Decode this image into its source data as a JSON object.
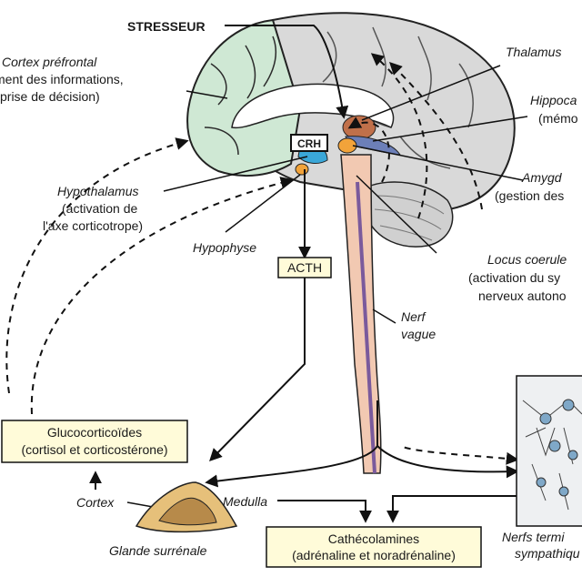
{
  "stressor": "STRESSEUR",
  "crh": "CRH",
  "acth": "ACTH",
  "prefrontal": {
    "name": "Cortex préfrontal",
    "line1": "ment des informations,",
    "line2": "prise de décision)"
  },
  "thalamus": "Thalamus",
  "hippocampus": {
    "name": "Hippoca",
    "role": "(mémo"
  },
  "amygdala": {
    "name": "Amygd",
    "role": "(gestion des"
  },
  "hypothalamus": {
    "name": "Hypothalamus",
    "line1": "(activation de",
    "line2": "l'axe corticotrope)"
  },
  "pituitary": "Hypophyse",
  "locus": {
    "name": "Locus coerule",
    "line1": "(activation du sy",
    "line2": "nerveux autono"
  },
  "vagus": {
    "line1": "Nerf",
    "line2": "vague"
  },
  "glucocorticoids": {
    "line1": "Glucocorticoïdes",
    "line2": "(cortisol et corticostérone)"
  },
  "cortex_label": "Cortex",
  "medulla_label": "Medulla",
  "adrenal_gland": "Glande surrénale",
  "catecholamines": {
    "line1": "Cathécolamines",
    "line2": "(adrénaline et noradrénaline)"
  },
  "sympathetic": {
    "line1": "Nerfs termi",
    "line2": "sympathiqu"
  },
  "colors": {
    "prefrontal_fill": "#cfe8d4",
    "brain_grey": "#d9d9d9",
    "stem_fill": "#f2c9b2",
    "vagus_purple": "#7a5a9c",
    "hypothalamus_blue": "#3aa7d8",
    "box_fill": "#fffbd9",
    "amygdala_orange": "#f2a33a"
  }
}
